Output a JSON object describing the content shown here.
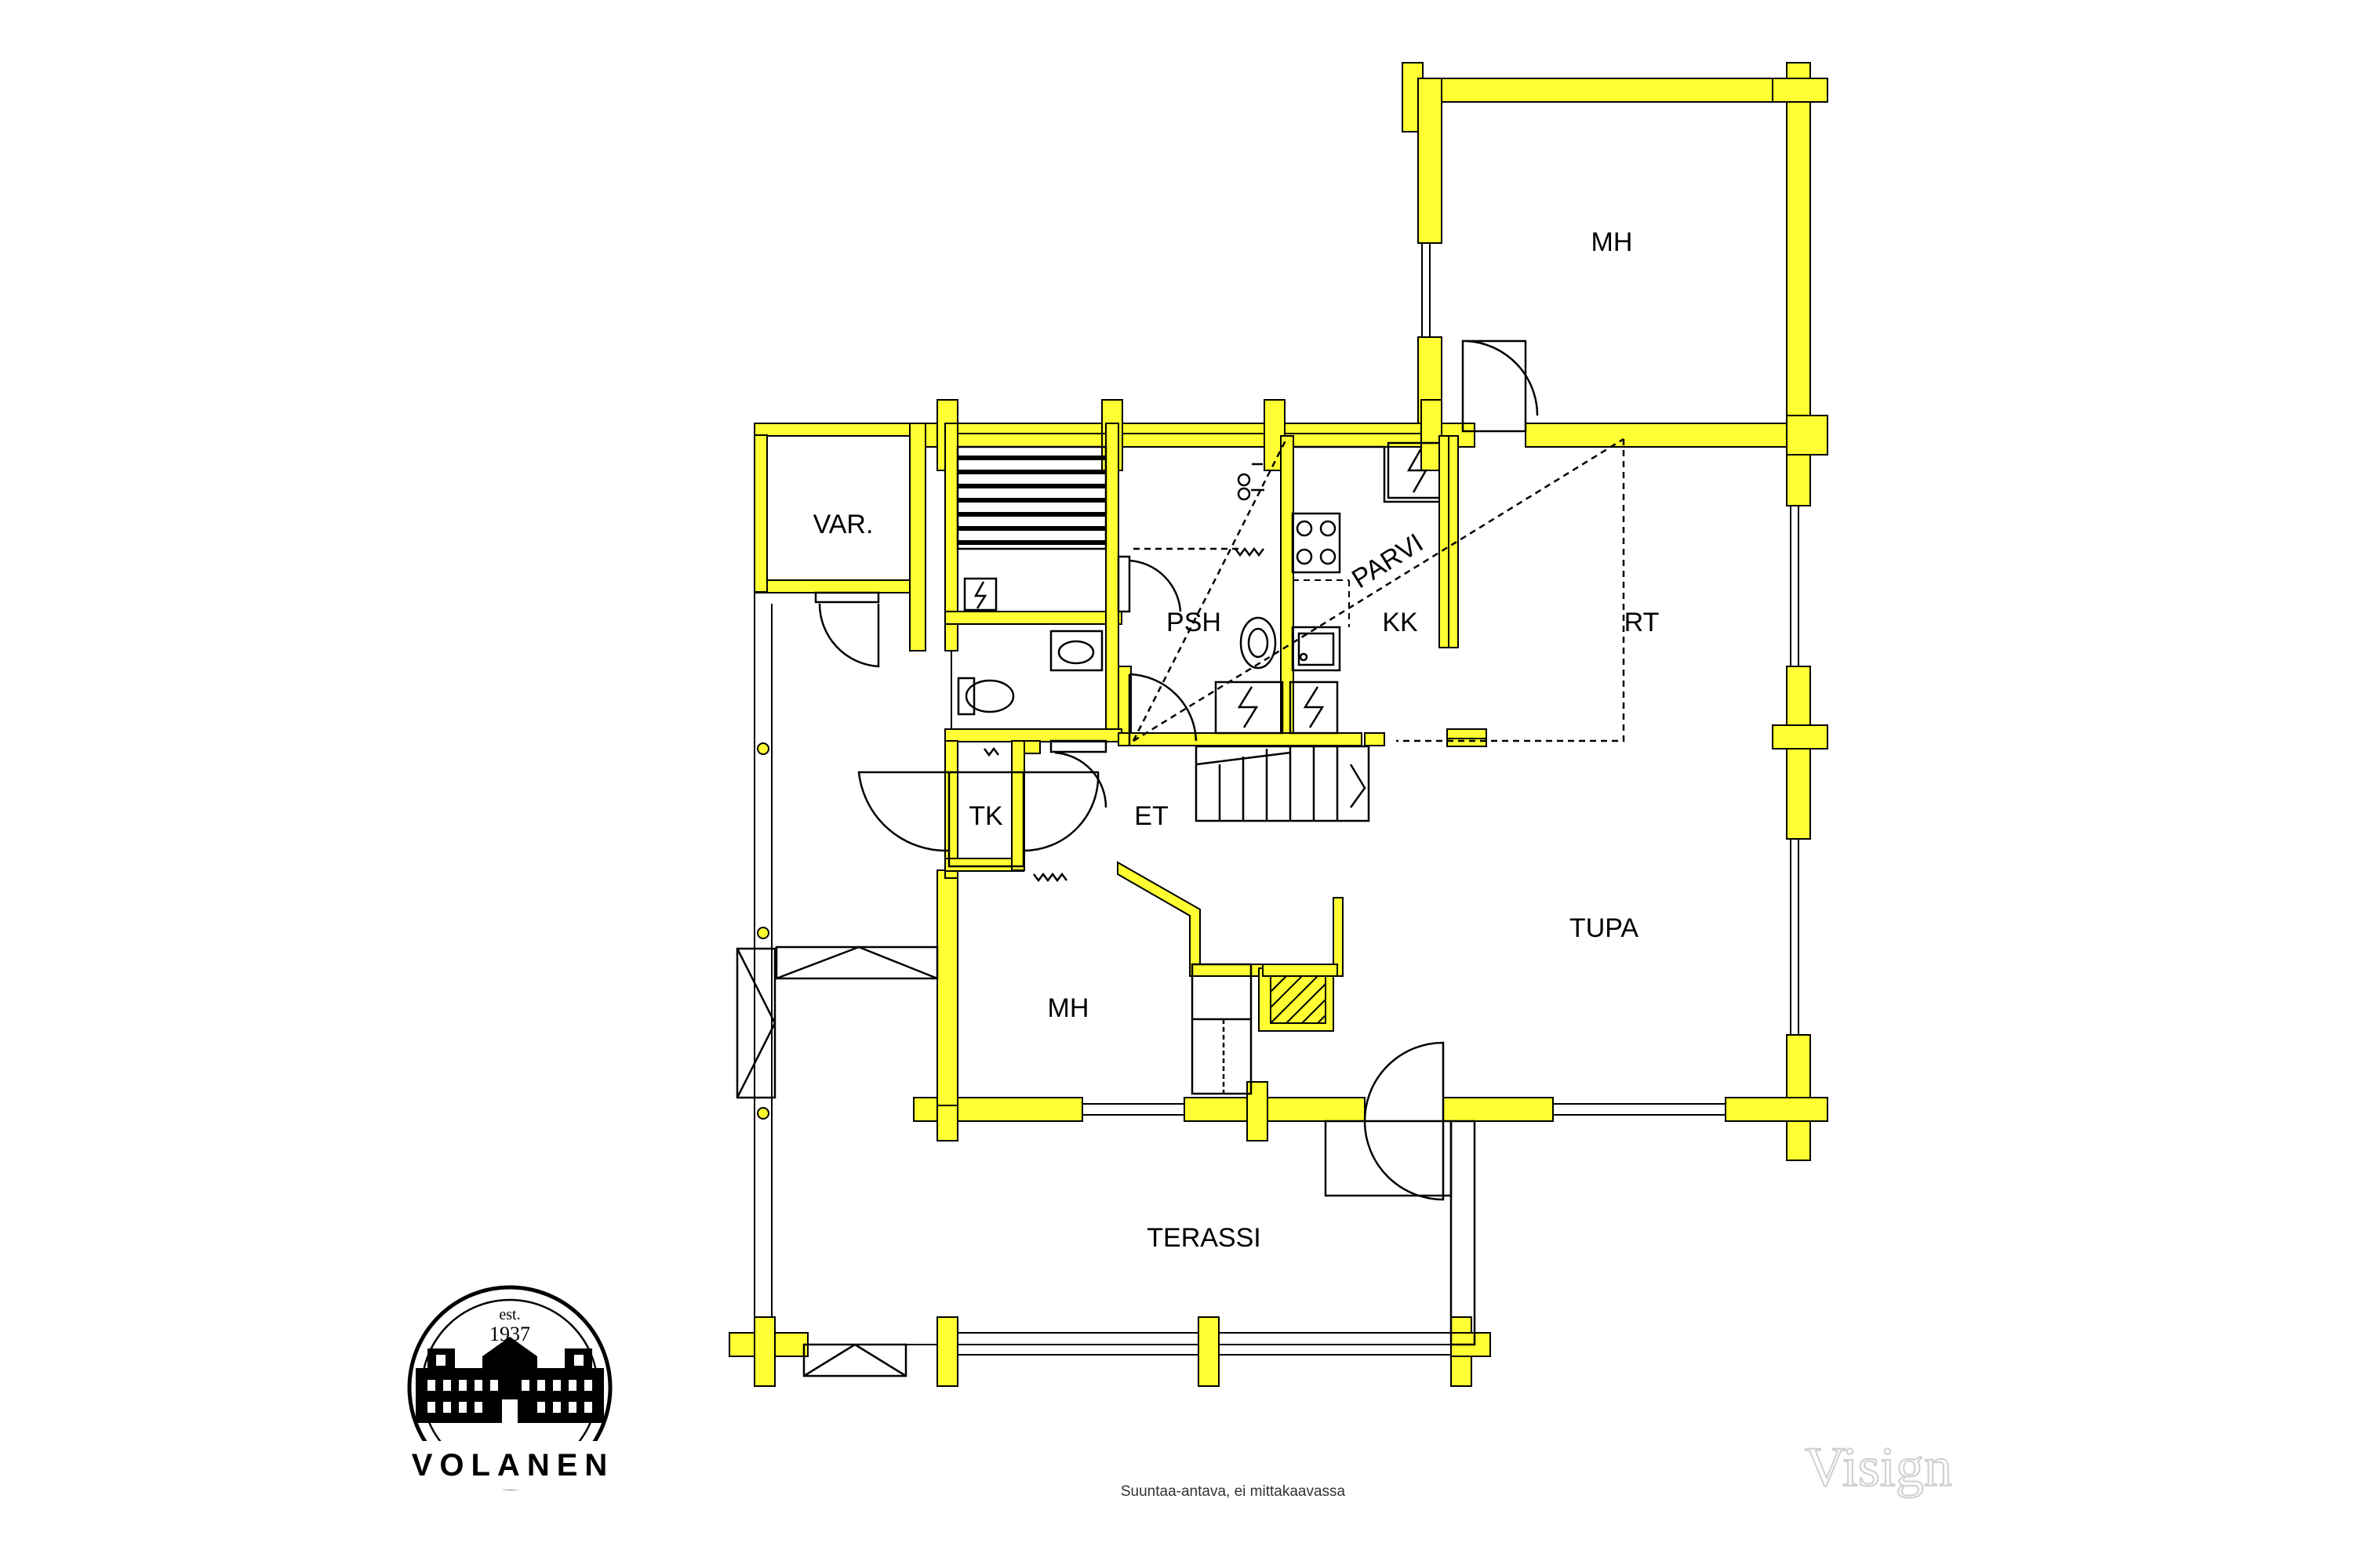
{
  "rooms": {
    "mh_top": "MH",
    "var": "VAR.",
    "parvi": "PARVI",
    "psh": "PSH",
    "kk": "KK",
    "rt": "RT",
    "tk": "TK",
    "et": "ET",
    "tupa": "TUPA",
    "mh_bottom": "MH",
    "terassi": "TERASSI"
  },
  "footer": {
    "note": "Suuntaa-antava, ei mittakaavassa",
    "watermark": "Visign"
  },
  "logo": {
    "est": "est.",
    "year": "1937",
    "name": "VOLANEN"
  },
  "colors": {
    "wall": "#ffff33",
    "line": "#000000",
    "background": "#ffffff"
  }
}
